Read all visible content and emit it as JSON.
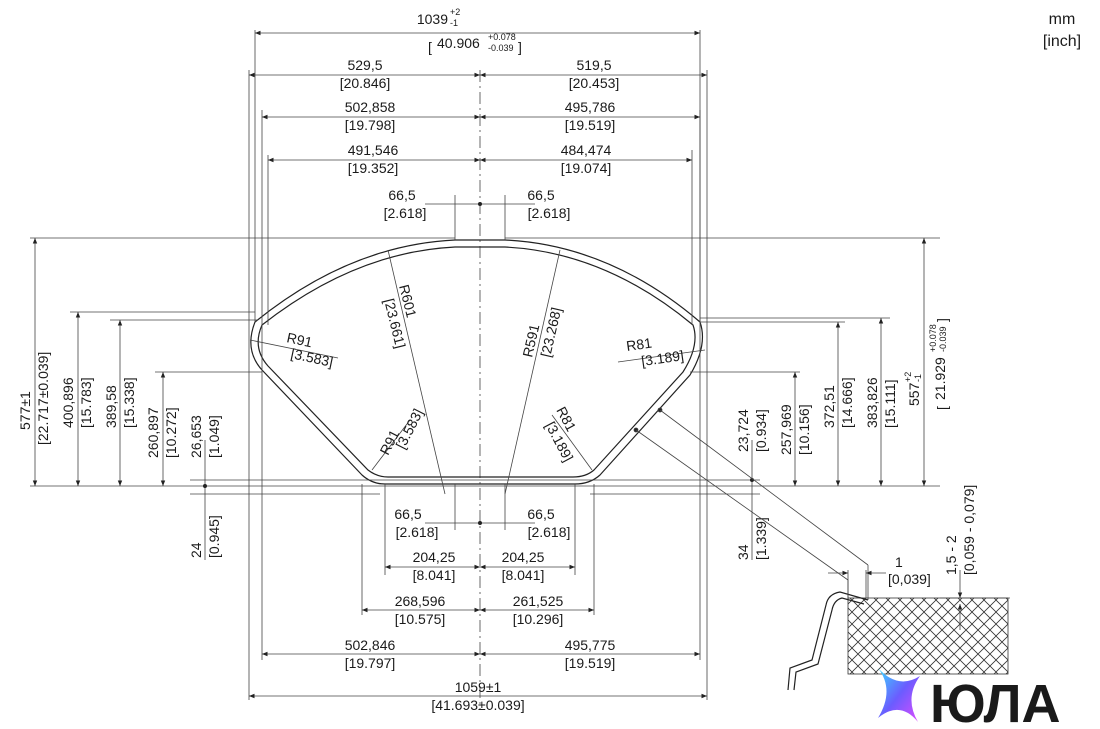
{
  "units": {
    "mm": "mm",
    "inch": "[inch]"
  },
  "top": {
    "overall": {
      "main": "1039",
      "tol_plus": "+2",
      "tol_minus": "-1",
      "inch": "40.906",
      "inch_tol_plus": "+0.078",
      "inch_tol_minus": "-0.039"
    },
    "left_529": {
      "mm": "529,5",
      "inch": "[20.846]"
    },
    "right_519": {
      "mm": "519,5",
      "inch": "[20.453]"
    },
    "left_502": {
      "mm": "502,858",
      "inch": "[19.798]"
    },
    "right_495": {
      "mm": "495,786",
      "inch": "[19.519]"
    },
    "left_491": {
      "mm": "491,546",
      "inch": "[19.352]"
    },
    "right_484": {
      "mm": "484,474",
      "inch": "[19.074]"
    },
    "left_66": {
      "mm": "66,5",
      "inch": "[2.618]"
    },
    "right_66": {
      "mm": "66,5",
      "inch": "[2.618]"
    }
  },
  "radii": {
    "r601": {
      "mm": "R601",
      "inch": "[23.661]"
    },
    "r591": {
      "mm": "R591",
      "inch": "[23.268]"
    },
    "r91_top": {
      "mm": "R91",
      "inch": "[3.583]"
    },
    "r81_top": {
      "mm": "R81",
      "inch": "[3.189]"
    },
    "r91_bottom": {
      "mm": "R91",
      "inch": "[3.583]"
    },
    "r81_bottom": {
      "mm": "R81",
      "inch": "[3.189]"
    }
  },
  "left_heights": {
    "h577": {
      "mm": "577±1",
      "inch": "[22.717±0.039]"
    },
    "h400": {
      "mm": "400,896",
      "inch": "[15.783]"
    },
    "h389": {
      "mm": "389,58",
      "inch": "[15.338]"
    },
    "h260": {
      "mm": "260,897",
      "inch": "[10.272]"
    },
    "h26": {
      "mm": "26,653",
      "inch": "[1.049]"
    },
    "h24": {
      "mm": "24",
      "inch": "[0.945]"
    }
  },
  "right_heights": {
    "h23": {
      "mm": "23,724",
      "inch": "[0.934]"
    },
    "h257": {
      "mm": "257,969",
      "inch": "[10.156]"
    },
    "h372": {
      "mm": "372,51",
      "inch": "[14.666]"
    },
    "h383": {
      "mm": "383,826",
      "inch": "[15.111]"
    },
    "h557": {
      "mm": "557",
      "tol_plus": "+2",
      "tol_minus": "-1",
      "inch": "21.929",
      "inch_tol_plus": "+0.078",
      "inch_tol_minus": "-0.039"
    },
    "h34": {
      "mm": "34",
      "inch": "[1.339]"
    }
  },
  "bottom": {
    "left_66": {
      "mm": "66,5",
      "inch": "[2.618]"
    },
    "right_66": {
      "mm": "66,5",
      "inch": "[2.618]"
    },
    "left_204": {
      "mm": "204,25",
      "inch": "[8.041]"
    },
    "right_204": {
      "mm": "204,25",
      "inch": "[8.041]"
    },
    "left_268": {
      "mm": "268,596",
      "inch": "[10.575]"
    },
    "right_261": {
      "mm": "261,525",
      "inch": "[10.296]"
    },
    "left_502": {
      "mm": "502,846",
      "inch": "[19.797]"
    },
    "right_495": {
      "mm": "495,775",
      "inch": "[19.519]"
    },
    "overall": {
      "mm": "1059±1",
      "inch": "[41.693±0.039]"
    }
  },
  "detail": {
    "gap": {
      "mm": "1",
      "inch": "[0,039]"
    },
    "edge": {
      "mm": "1,5 - 2",
      "inch": "[0,059 - 0,079]"
    }
  },
  "watermark": {
    "text": "ЮЛА"
  }
}
